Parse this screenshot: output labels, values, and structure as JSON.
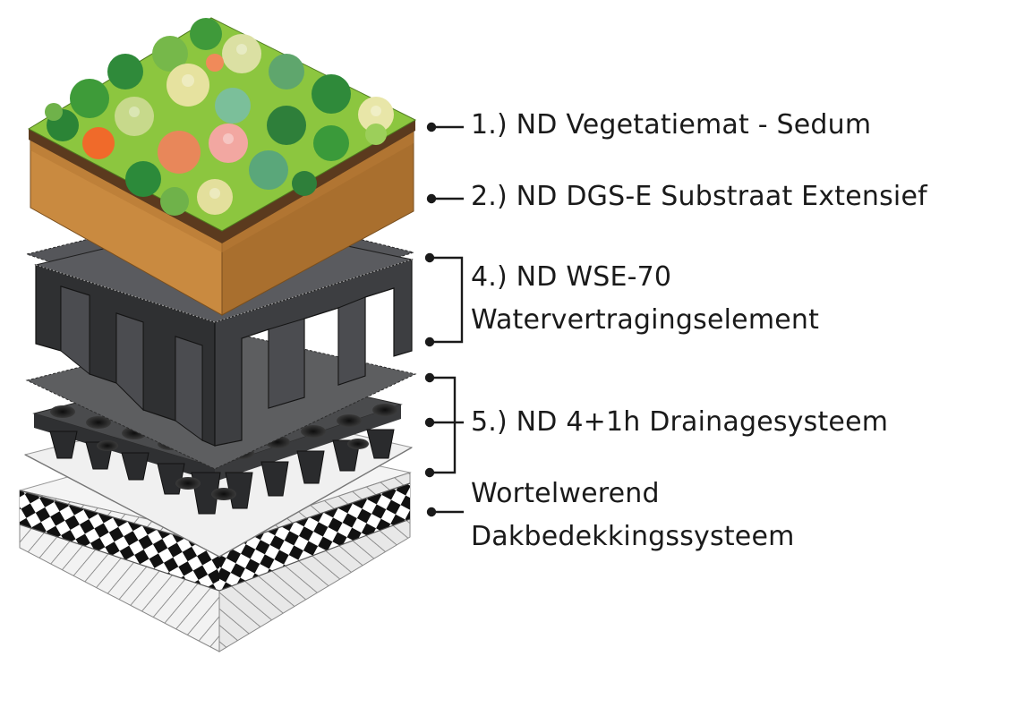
{
  "colors": {
    "vegetation": "#8cc63f",
    "substrate": "#c8873e",
    "retention_element": "#3a3b3d",
    "drainage": "#2f3032",
    "fleece": "#ededed",
    "leader_line": "#1a1a1a"
  },
  "layers": [
    {
      "lines": [
        "1.) ND Vegetatiemat - Sedum"
      ]
    },
    {
      "lines": [
        "2.) ND DGS-E Substraat Extensief"
      ]
    },
    {
      "lines": [
        "4.) ND WSE-70",
        "Watervertragingselement"
      ]
    },
    {
      "lines": [
        "5.) ND 4+1h Drainagesysteem"
      ]
    },
    {
      "lines": [
        "Wortelwerend",
        "Dakbedekkingssysteem"
      ]
    }
  ]
}
